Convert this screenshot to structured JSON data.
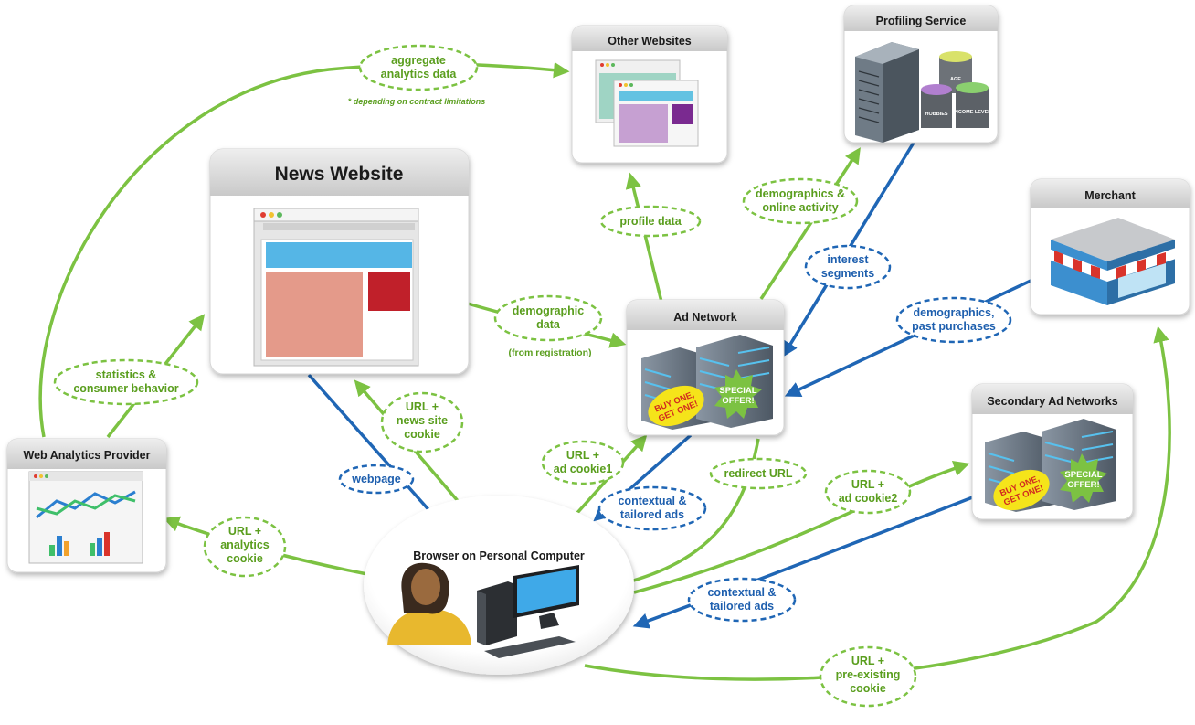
{
  "colors": {
    "green": "#7cc242",
    "blue": "#1f66b5",
    "green_text": "#5a9e1e",
    "blue_text": "#1e5fae"
  },
  "nodes": {
    "news_website": "News Website",
    "other_websites": "Other Websites",
    "profiling_service": "Profiling Service",
    "merchant": "Merchant",
    "ad_network": "Ad Network",
    "secondary_ad_networks": "Secondary Ad Networks",
    "web_analytics_provider": "Web Analytics Provider",
    "browser": "Browser on Personal Computer"
  },
  "labels": {
    "aggregate_analytics": [
      "aggregate",
      "analytics data"
    ],
    "contract_note": "* depending on contract limitations",
    "profile_data": [
      "profile data"
    ],
    "demographics_online": [
      "demographics &",
      "online activity"
    ],
    "interest_segments": [
      "interest",
      "segments"
    ],
    "demographics_purchases": [
      "demographics,",
      "past purchases"
    ],
    "demographic_data": [
      "demographic",
      "data"
    ],
    "from_registration": "(from registration)",
    "statistics_behavior": [
      "statistics &",
      "consumer behavior"
    ],
    "url_news_cookie": [
      "URL +",
      "news site",
      "cookie"
    ],
    "webpage": [
      "webpage"
    ],
    "url_ad_cookie1": [
      "URL +",
      "ad cookie1"
    ],
    "contextual_ads_1": [
      "contextual &",
      "tailored ads"
    ],
    "redirect_url": [
      "redirect URL"
    ],
    "url_ad_cookie2": [
      "URL +",
      "ad cookie2"
    ],
    "contextual_ads_2": [
      "contextual &",
      "tailored ads"
    ],
    "url_analytics_cookie": [
      "URL +",
      "analytics",
      "cookie"
    ],
    "url_preexisting_cookie": [
      "URL +",
      "pre-existing",
      "cookie"
    ]
  },
  "badges": {
    "buy_one": [
      "BUY ONE,",
      "GET ONE!"
    ],
    "special_offer": [
      "SPECIAL",
      "OFFER!"
    ]
  },
  "paint_cans": [
    "AGE",
    "HOBBIES",
    "INCOME LEVEL"
  ],
  "icons": [
    "browser-window-icon",
    "server-icon",
    "paint-can-icon",
    "storefront-icon",
    "office-building-icon",
    "analytics-chart-icon",
    "person-icon",
    "desktop-computer-icon"
  ]
}
